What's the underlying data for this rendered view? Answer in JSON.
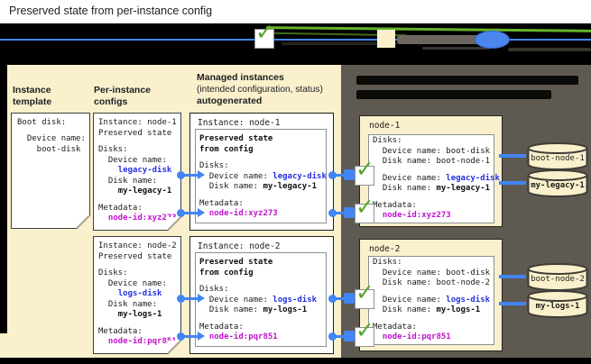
{
  "title": "Preserved state from per-instance config",
  "colors": {
    "accent_blue": "#4285f4",
    "link_blue": "#2430e0",
    "metadata_magenta": "#c013ce",
    "check_green": "#57a52b",
    "panel_cream": "#faf0cc",
    "panel_dark": "#5e5a52"
  },
  "legend": {
    "items": [
      {
        "icon": "check-icon"
      },
      {
        "icon": "preserved-state-swatch-icon"
      },
      {
        "icon": "reference-ellipse-icon"
      }
    ]
  },
  "columns": {
    "instance_template_header": "Instance template",
    "per_instance_configs_header": "Per-instance configs",
    "managed_header_line1": "Managed instances",
    "managed_header_line2": "(intended configuration, status)",
    "managed_header_line3": "autogenerated"
  },
  "instance_template": {
    "lines": [
      [
        {
          "t": "Boot disk:"
        }
      ],
      [],
      [
        {
          "t": "  Device name:"
        }
      ],
      [
        {
          "t": "    boot-disk"
        }
      ]
    ]
  },
  "per_instance_configs": [
    {
      "lines": [
        [
          {
            "t": "Instance: node-1"
          }
        ],
        [
          {
            "t": "Preserved state"
          }
        ],
        [],
        [
          {
            "t": "Disks:"
          }
        ],
        [
          {
            "t": "  Device name:"
          }
        ],
        [
          {
            "t": "    "
          },
          {
            "t": "legacy-disk",
            "s": "blue"
          }
        ],
        [
          {
            "t": "  Disk name:"
          }
        ],
        [
          {
            "t": "    "
          },
          {
            "t": "my-legacy-1",
            "s": "b"
          }
        ],
        [],
        [
          {
            "t": "Metadata:"
          }
        ],
        [
          {
            "t": "  "
          },
          {
            "t": "node-id:xyz273",
            "s": "mag"
          }
        ]
      ]
    },
    {
      "lines": [
        [
          {
            "t": "Instance: node-2"
          }
        ],
        [
          {
            "t": "Preserved state"
          }
        ],
        [],
        [
          {
            "t": "Disks:"
          }
        ],
        [
          {
            "t": "  Device name:"
          }
        ],
        [
          {
            "t": "    "
          },
          {
            "t": "logs-disk",
            "s": "blue"
          }
        ],
        [
          {
            "t": "  Disk name:"
          }
        ],
        [
          {
            "t": "    "
          },
          {
            "t": "my-logs-1",
            "s": "b"
          }
        ],
        [],
        [
          {
            "t": "Metadata:"
          }
        ],
        [
          {
            "t": "  "
          },
          {
            "t": "node-id:pqr851",
            "s": "mag"
          }
        ]
      ]
    }
  ],
  "managed_instances": [
    {
      "header": "Instance: node-1",
      "lines": [
        [
          {
            "t": "Preserved state",
            "s": "b"
          }
        ],
        [
          {
            "t": "from config",
            "s": "b"
          }
        ],
        [],
        [
          {
            "t": "Disks:"
          }
        ],
        [
          {
            "t": "  Device name: "
          },
          {
            "t": "legacy-disk",
            "s": "blue"
          }
        ],
        [
          {
            "t": "  Disk name: "
          },
          {
            "t": "my-legacy-1",
            "s": "b"
          }
        ],
        [],
        [
          {
            "t": "Metadata:"
          }
        ],
        [
          {
            "t": "  "
          },
          {
            "t": "node-id:xyz273",
            "s": "mag"
          }
        ]
      ]
    },
    {
      "header": "Instance: node-2",
      "lines": [
        [
          {
            "t": "Preserved state",
            "s": "b"
          }
        ],
        [
          {
            "t": "from config",
            "s": "b"
          }
        ],
        [],
        [
          {
            "t": "Disks:"
          }
        ],
        [
          {
            "t": "  Device name: "
          },
          {
            "t": "logs-disk",
            "s": "blue"
          }
        ],
        [
          {
            "t": "  Disk name: "
          },
          {
            "t": "my-logs-1",
            "s": "b"
          }
        ],
        [],
        [
          {
            "t": "Metadata:"
          }
        ],
        [
          {
            "t": "  "
          },
          {
            "t": "node-id:pqr851",
            "s": "mag"
          }
        ]
      ]
    }
  ],
  "vm_instances": [
    {
      "name": "node-1",
      "lines": [
        [
          {
            "t": "Disks:"
          }
        ],
        [
          {
            "t": "  Device name: boot-disk"
          }
        ],
        [
          {
            "t": "  Disk name: boot-node-1"
          }
        ],
        [],
        [
          {
            "t": "  Device name: "
          },
          {
            "t": "legacy-disk",
            "s": "blue"
          }
        ],
        [
          {
            "t": "  Disk name: "
          },
          {
            "t": "my-legacy-1",
            "s": "b"
          }
        ],
        [],
        [
          {
            "t": "Metadata:"
          }
        ],
        [
          {
            "t": "  "
          },
          {
            "t": "node-id:xyz273",
            "s": "mag"
          }
        ]
      ]
    },
    {
      "name": "node-2",
      "lines": [
        [
          {
            "t": "Disks:"
          }
        ],
        [
          {
            "t": "  Device name: boot-disk"
          }
        ],
        [
          {
            "t": "  Disk name: boot-node-2"
          }
        ],
        [],
        [
          {
            "t": "  Device name: "
          },
          {
            "t": "logs-disk",
            "s": "blue"
          }
        ],
        [
          {
            "t": "  Disk name: "
          },
          {
            "t": "my-logs-1",
            "s": "b"
          }
        ],
        [],
        [
          {
            "t": "Metadata:"
          }
        ],
        [
          {
            "t": "  "
          },
          {
            "t": "node-id:pqr851",
            "s": "mag"
          }
        ]
      ]
    }
  ],
  "disks": [
    {
      "label": "boot-node-1",
      "bold": false
    },
    {
      "label": "my-legacy-1",
      "bold": true
    },
    {
      "label": "boot-node-2",
      "bold": false
    },
    {
      "label": "my-logs-1",
      "bold": true
    }
  ]
}
